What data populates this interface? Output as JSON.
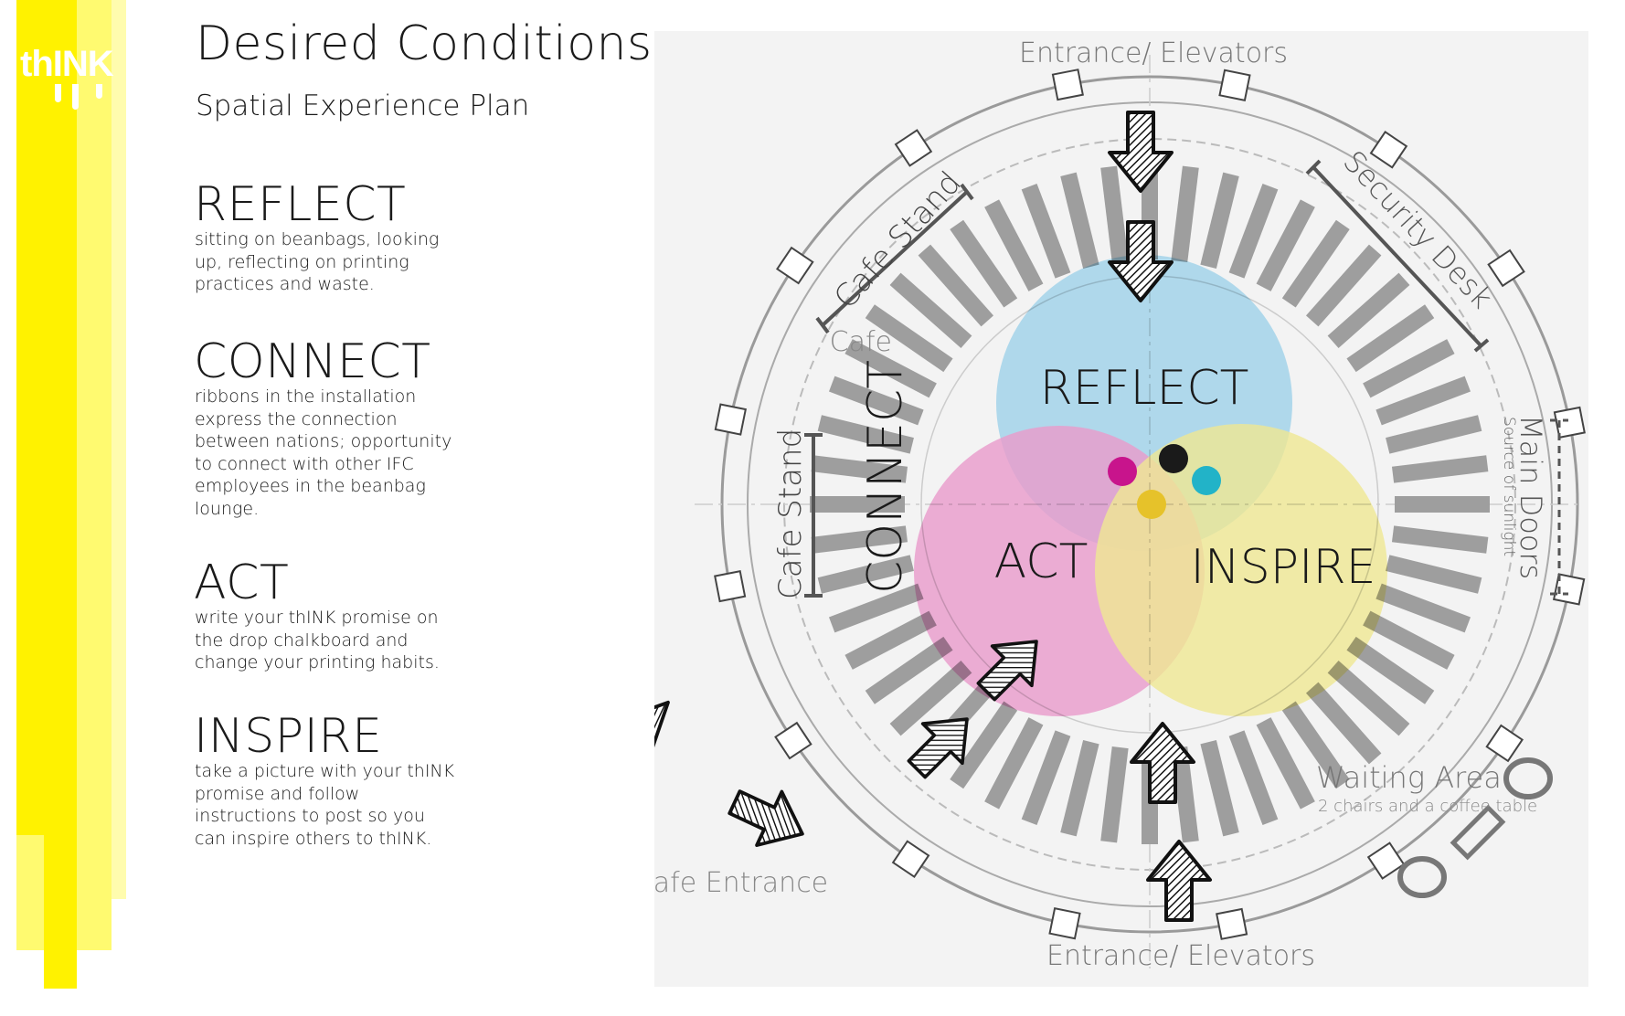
{
  "brand": {
    "logo_text": "thINK",
    "colors": {
      "yellow": "#fff200",
      "yellow_mid": "#fffa70",
      "yellow_light": "#fffcae"
    }
  },
  "header": {
    "title": "Desired Conditions",
    "subtitle": "Spatial Experience Plan"
  },
  "sections": [
    {
      "heading": "REFLECT",
      "body": "sitting on beanbags, looking up, reflecting on printing practices and waste."
    },
    {
      "heading": "CONNECT",
      "body": "ribbons in the installation express the connection between nations; opportunity to connect with other IFC employees in the beanbag lounge."
    },
    {
      "heading": "ACT",
      "body": "write your thINK promise on the drop chalkboard and change your printing habits."
    },
    {
      "heading": "INSPIRE",
      "body": "take a picture with your thINK promise and follow instructions to post so you can inspire others to thINK."
    }
  ],
  "plan": {
    "labels": {
      "entrance_top": "Entrance/ Elevators",
      "entrance_bottom": "Entrance/ Elevators",
      "cafe": "Cafe",
      "cafe_entrance": "Cafe Entrance",
      "cafe_stand_top": "Cafe Stand",
      "cafe_stand_left": "Cafe Stand",
      "connect": "CONNECT",
      "security_desk": "Security Desk",
      "main_doors": "Main Doors",
      "sunlight": "Source of sunlight",
      "waiting_area": "Waiting Area",
      "waiting_note": "2 chairs and a coffee table"
    },
    "zones": [
      {
        "label": "REFLECT",
        "color": "#a6dcf5"
      },
      {
        "label": "ACT",
        "color": "#f5a3d6"
      },
      {
        "label": "INSPIRE",
        "color": "#fbf49a"
      }
    ],
    "dot_colors": [
      "#c8148c",
      "#1a1a1a",
      "#22b3c8",
      "#e6c22a"
    ]
  }
}
